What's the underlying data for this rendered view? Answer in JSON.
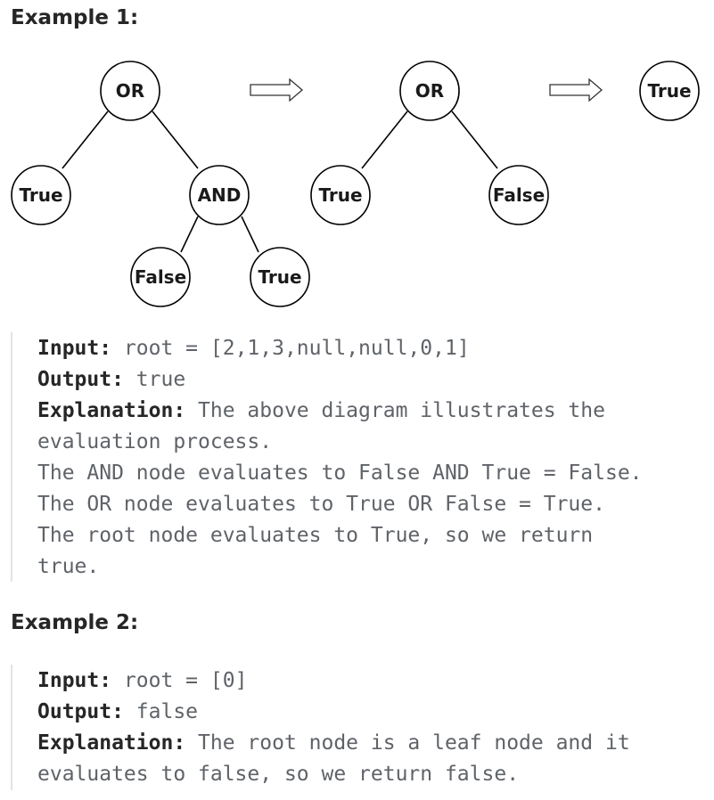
{
  "examples": [
    {
      "heading": "Example 1:",
      "input_label": "Input:",
      "input_value": " root = [2,1,3,null,null,0,1]",
      "output_label": "Output:",
      "output_value": " true",
      "explanation_label": "Explanation:",
      "explanation_lines": [
        " The above diagram illustrates the",
        "evaluation process.",
        "The AND node evaluates to False AND True = False.",
        "The OR node evaluates to True OR False = True.",
        "The root node evaluates to True, so we return",
        "true."
      ]
    },
    {
      "heading": "Example 2:",
      "input_label": "Input:",
      "input_value": " root = [0]",
      "output_label": "Output:",
      "output_value": " false",
      "explanation_label": "Explanation:",
      "explanation_lines": [
        " The root node is a leaf node and it",
        "evaluates to false, so we return false."
      ]
    }
  ],
  "diagram": {
    "tree1": {
      "root": "OR",
      "left": "True",
      "right": "AND",
      "right_left": "False",
      "right_right": "True"
    },
    "tree2": {
      "root": "OR",
      "left": "True",
      "right": "False"
    },
    "tree3": {
      "root": "True"
    },
    "arrow_icon": "right-arrow-outline"
  }
}
